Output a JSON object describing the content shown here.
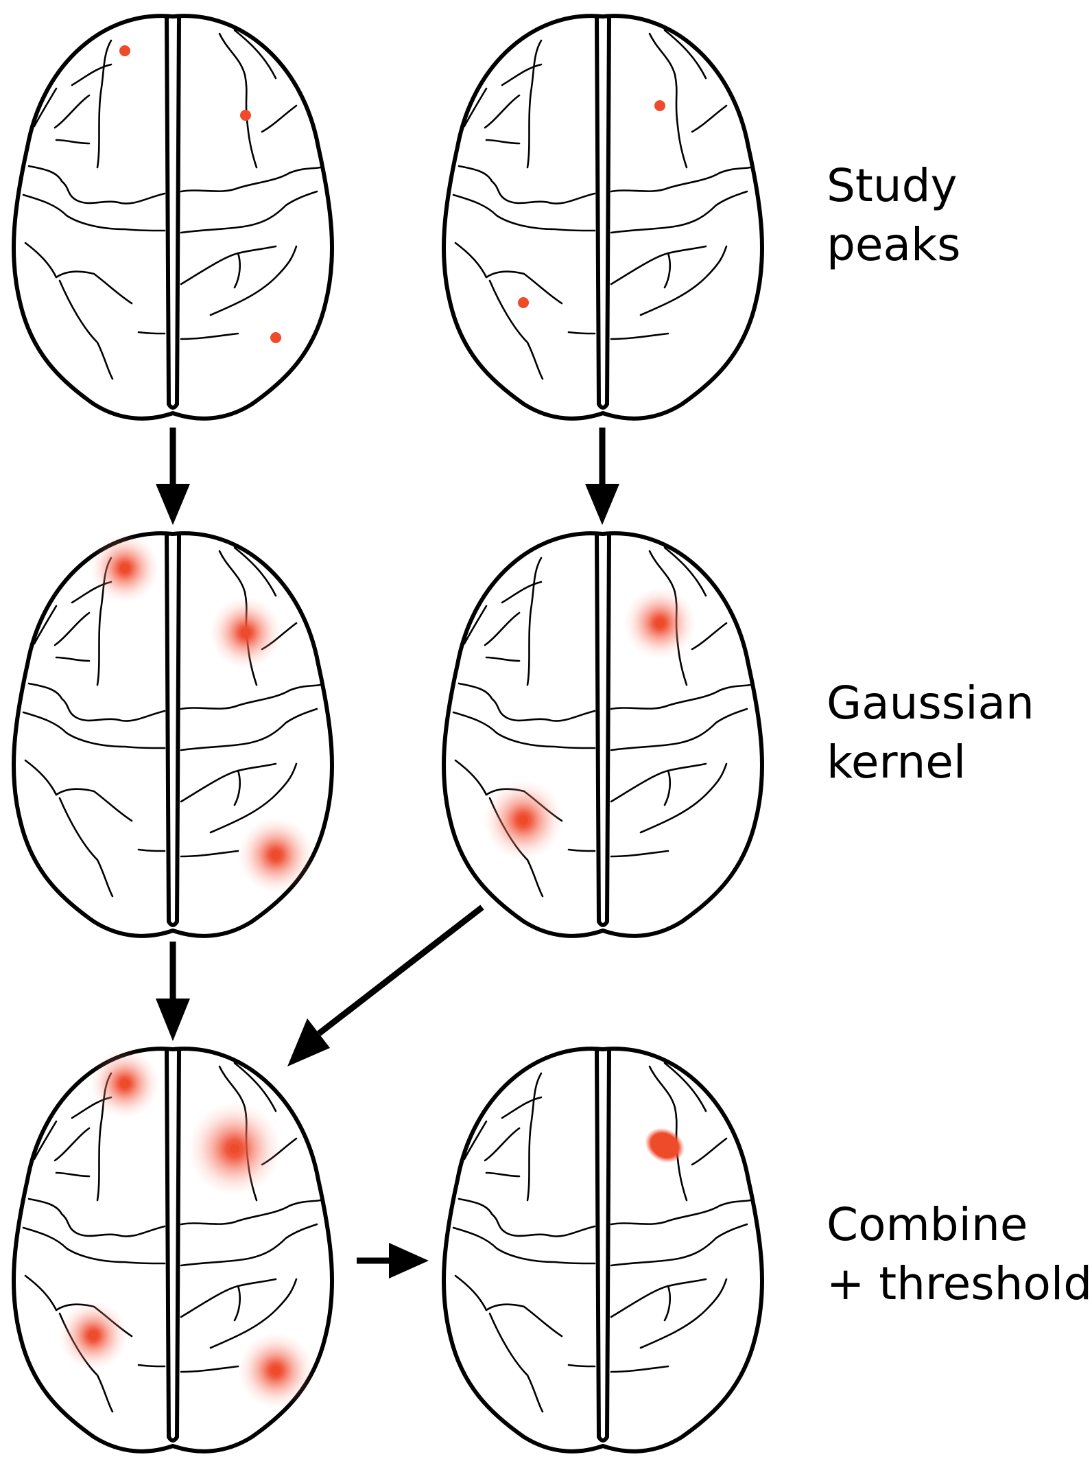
{
  "colors": {
    "peak": "#ee4b2b",
    "outline": "#000000",
    "background": "#ffffff"
  },
  "stages": [
    {
      "line1": "Study",
      "line2": "peaks"
    },
    {
      "line1": "Gaussian",
      "line2": "kernel"
    },
    {
      "line1": "Combine",
      "line2": "+ threshold"
    }
  ]
}
